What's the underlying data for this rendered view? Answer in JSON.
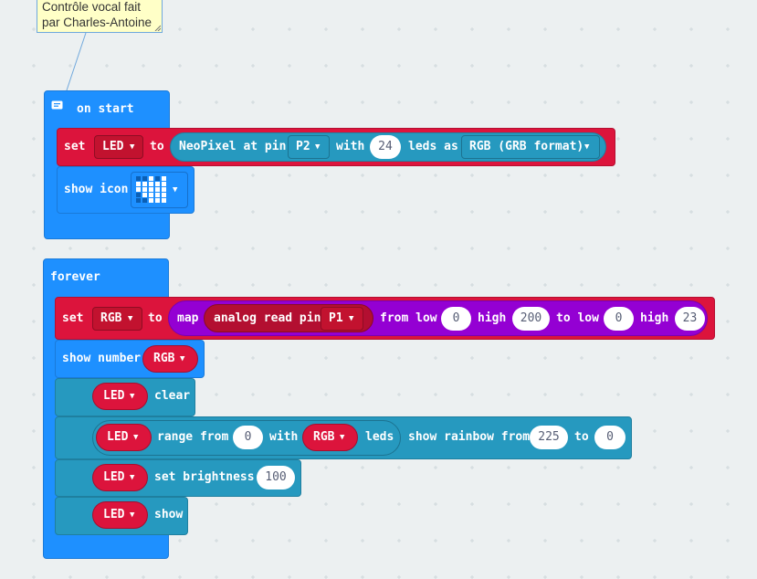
{
  "comment": {
    "line1": "Contrôle vocal fait",
    "line2": "par Charles-Antoine"
  },
  "on_start": {
    "hat_label": "on start",
    "set_label": "set",
    "var_name": "LED",
    "to_label": "to",
    "neopixel_label": "NeoPixel at pin",
    "pin": "P2",
    "with_label": "with",
    "led_count": "24",
    "leds_as_label": "leds as",
    "format": "RGB (GRB format)",
    "show_icon_label": "show icon"
  },
  "forever": {
    "hat_label": "forever",
    "set_label": "set",
    "var_name": "RGB",
    "to_label": "to",
    "map_label": "map",
    "analog_label": "analog read pin",
    "analog_pin": "P1",
    "from_low_label": "from low",
    "from_low": "0",
    "high_label": "high",
    "from_high": "200",
    "to_low_label": "to low",
    "to_low": "0",
    "high2_label": "high",
    "to_high": "23",
    "show_number_label": "show number",
    "show_number_var": "RGB",
    "clear_var": "LED",
    "clear_label": "clear",
    "range_var": "LED",
    "range_from_label": "range from",
    "range_from": "0",
    "range_with_label": "with",
    "range_var2": "RGB",
    "range_leds_label": "leds",
    "rainbow_label": "show rainbow from",
    "rainbow_from": "225",
    "rainbow_to_label": "to",
    "rainbow_to": "0",
    "brightness_var": "LED",
    "brightness_label": "set brightness",
    "brightness_value": "100",
    "show_var": "LED",
    "show_label": "show"
  },
  "icon_pattern": [
    [
      0,
      0,
      1,
      0,
      1
    ],
    [
      1,
      1,
      1,
      1,
      1
    ],
    [
      1,
      1,
      1,
      1,
      1
    ],
    [
      0,
      1,
      1,
      1,
      1
    ],
    [
      0,
      0,
      1,
      1,
      1
    ]
  ],
  "colors": {
    "workspace": "#ecf0f1",
    "basic_blue": "#1e90ff",
    "variables_red": "#dc143c",
    "neopixel_teal": "#2699bf",
    "math_purple": "#9400d3"
  }
}
